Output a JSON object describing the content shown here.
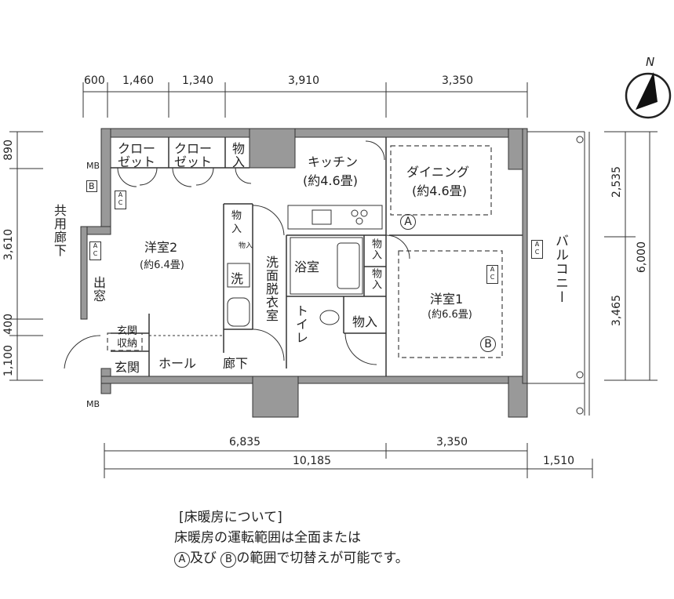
{
  "compass": {
    "label": "N"
  },
  "dims_top": [
    "600",
    "1,460",
    "1,340",
    "3,910",
    "3,350"
  ],
  "dims_left": [
    "890",
    "3,610",
    "400",
    "1,100"
  ],
  "dims_right": [
    "2,535",
    "6,000",
    "3,465"
  ],
  "dims_bottom_row1": [
    "6,835",
    "3,350"
  ],
  "dims_bottom_row2": [
    "10,185",
    "1,510"
  ],
  "rooms": {
    "closet1_a": "クロー",
    "closet1_b": "ゼット",
    "closet2_a": "クロー",
    "closet2_b": "ゼット",
    "storage_top_a": "物",
    "storage_top_b": "入",
    "kitchen": "キッチン",
    "kitchen_size": "(約4.6畳)",
    "dining": "ダイニング",
    "dining_size": "(約4.6畳)",
    "western2": "洋室2",
    "western2_size": "(約6.4畳)",
    "western1": "洋室1",
    "western1_size": "(約6.6畳)",
    "storage_mid_a": "物",
    "storage_mid_b": "入",
    "storage_small": "物入",
    "washer": "洗",
    "dressing": "洗面脱衣室",
    "bathroom": "浴室",
    "storage_r1": "物入",
    "storage_r2": "物入",
    "toilet": "トイレ",
    "storage_low": "物入",
    "entrance_storage_a": "玄関",
    "entrance_storage_b": "収納",
    "entrance": "玄関",
    "hall": "ホール",
    "corridor": "廊下",
    "common_corridor": "共用廊下",
    "window": "出窓",
    "balcony": "バルコニー"
  },
  "markers": {
    "zone_a": "A",
    "zone_b": "B",
    "mb_top": "MB",
    "mb_bottom": "MB",
    "mb_box": "B",
    "ac": "A C"
  },
  "note": {
    "heading": "[床暖房について]",
    "line1": "床暖房の運転範囲は全面または",
    "marker_a": "A",
    "line2_a": "及び",
    "marker_b": "B",
    "line2_b": "の範囲で切替えが可能です。"
  }
}
